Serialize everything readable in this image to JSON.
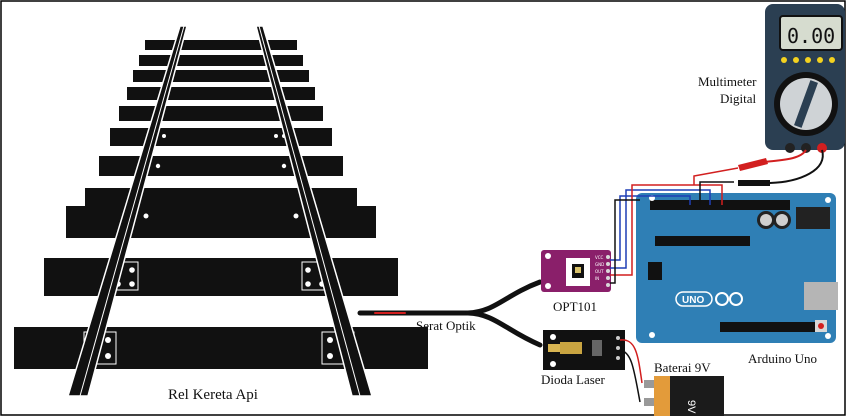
{
  "labels": {
    "rail": "Rel Kereta Api",
    "fiber": "Serat Optik",
    "opt101": "OPT101",
    "laser": "Dioda Laser",
    "arduino": "Arduino Uno",
    "battery": "Baterai 9V",
    "multimeter_line1": "Multimeter",
    "multimeter_line2": "Digital",
    "display": "0.00",
    "uno_logo": "UNO",
    "battery_text": "9V"
  },
  "colors": {
    "board": "#2f7fb5",
    "opt_board": "#8a1f6a",
    "laser_board": "#111111",
    "meter_body": "#2b3f52",
    "display_bg": "#d6dccf",
    "battery_body": "#1b1b1b",
    "battery_band": "#e39b3a",
    "red_wire": "#d21f1f",
    "blue_wire": "#1f3fb5"
  }
}
